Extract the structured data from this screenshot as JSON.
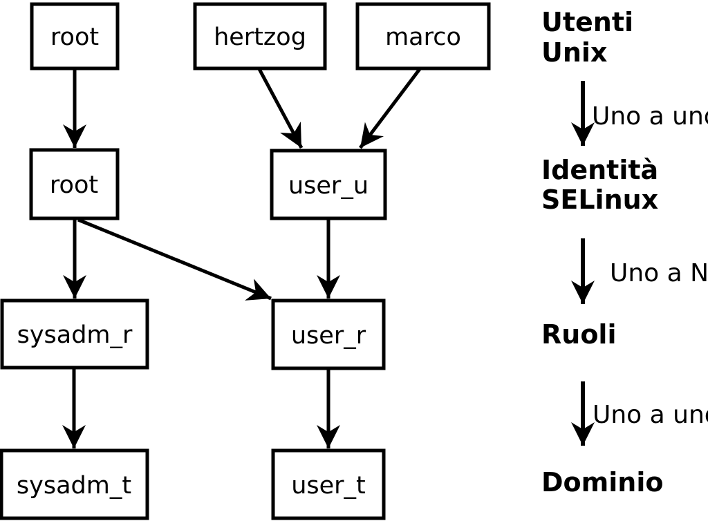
{
  "colors": {
    "foreground": "#000000",
    "background": "#ffffff"
  },
  "diagram": {
    "nodes": [
      {
        "id": "unix-root",
        "label": "root"
      },
      {
        "id": "unix-hertzog",
        "label": "hertzog"
      },
      {
        "id": "unix-marco",
        "label": "marco"
      },
      {
        "id": "selinux-root",
        "label": "root"
      },
      {
        "id": "selinux-user_u",
        "label": "user_u"
      },
      {
        "id": "role-sysadm_r",
        "label": "sysadm_r"
      },
      {
        "id": "role-user_r",
        "label": "user_r"
      },
      {
        "id": "domain-sysadm_t",
        "label": "sysadm_t"
      },
      {
        "id": "domain-user_t",
        "label": "user_t"
      }
    ],
    "edges": [
      {
        "from": "unix-root",
        "to": "selinux-root"
      },
      {
        "from": "unix-hertzog",
        "to": "selinux-user_u"
      },
      {
        "from": "unix-marco",
        "to": "selinux-user_u"
      },
      {
        "from": "selinux-root",
        "to": "role-sysadm_r"
      },
      {
        "from": "selinux-root",
        "to": "role-user_r"
      },
      {
        "from": "selinux-user_u",
        "to": "role-user_r"
      },
      {
        "from": "role-sysadm_r",
        "to": "domain-sysadm_t"
      },
      {
        "from": "role-user_r",
        "to": "domain-user_t"
      }
    ]
  },
  "legend": {
    "levels": [
      {
        "line1": "Utenti",
        "line2": "Unix"
      },
      {
        "line1": "Identità",
        "line2": "SELinux"
      },
      {
        "line1": "Ruoli"
      },
      {
        "line1": "Dominio"
      }
    ],
    "relations": [
      {
        "label": "Uno a uno"
      },
      {
        "label": "Uno a N"
      },
      {
        "label": "Uno a uno"
      }
    ]
  }
}
